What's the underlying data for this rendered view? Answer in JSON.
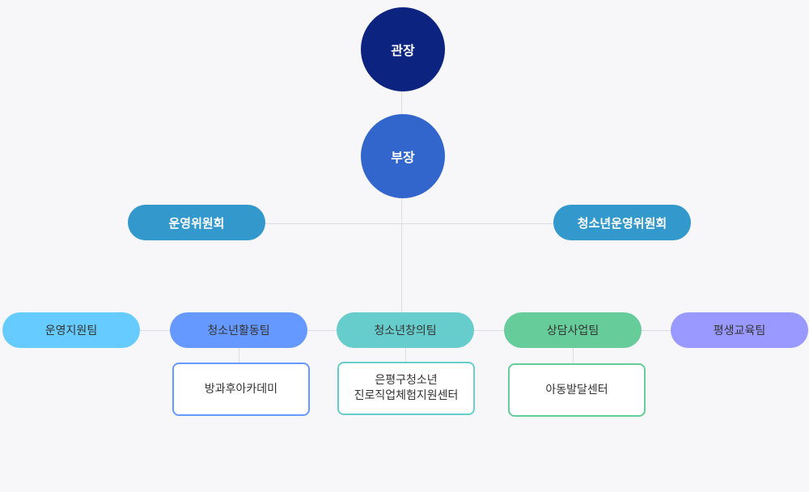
{
  "org": {
    "director": {
      "label": "관장",
      "color": "#0d2380"
    },
    "manager": {
      "label": "부장",
      "color": "#3366cc"
    },
    "committees": [
      {
        "label": "운영위원회",
        "color": "#3399cc"
      },
      {
        "label": "청소년운영위원회",
        "color": "#3399cc"
      }
    ],
    "teams": [
      {
        "label": "운영지원팀",
        "color": "#66ccff"
      },
      {
        "label": "청소년활동팀",
        "color": "#6699ff"
      },
      {
        "label": "청소년창의팀",
        "color": "#66cccc"
      },
      {
        "label": "상담사업팀",
        "color": "#66cc99"
      },
      {
        "label": "평생교육팀",
        "color": "#9999ff"
      }
    ],
    "units": [
      {
        "team": "청소년활동팀",
        "lines": [
          "방과후아카데미"
        ],
        "border": "#6699ff"
      },
      {
        "team": "청소년창의팀",
        "lines": [
          "은평구청소년",
          "진로직업체험지원센터"
        ],
        "border": "#66cccc"
      },
      {
        "team": "상담사업팀",
        "lines": [
          "아동발달센터"
        ],
        "border": "#66cc99"
      }
    ]
  }
}
